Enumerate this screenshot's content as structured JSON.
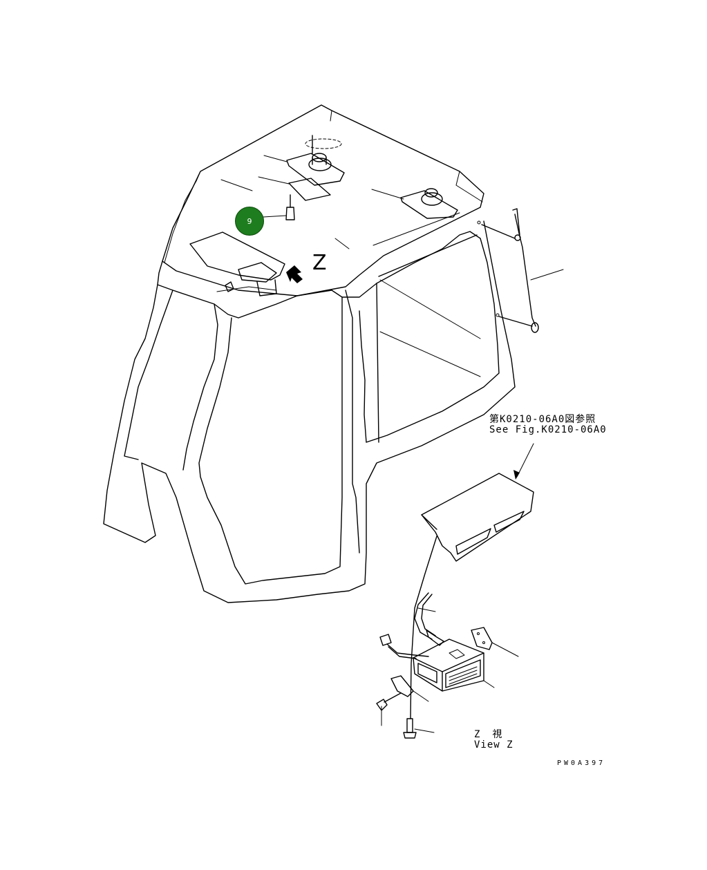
{
  "diagram": {
    "view_marker": "Z",
    "reference_note": {
      "jp": "第K0210-06A0図参照",
      "en": "See Fig.K0210-06A0"
    },
    "view_caption": {
      "jp": "Z　視",
      "en": "View Z"
    },
    "drawing_id": "PW0A397",
    "callouts": [
      {
        "label": "9",
        "color": "#1e7d1e",
        "text_color": "#ffffff"
      }
    ]
  }
}
